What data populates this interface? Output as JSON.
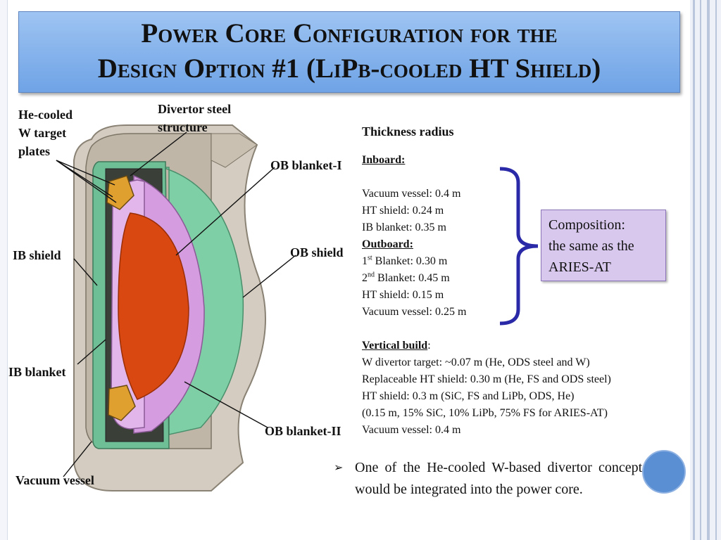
{
  "slide": {
    "title_line1": "Power Core Configuration for the",
    "title_line2": "Design Option #1 (LiPb-cooled HT Shield)"
  },
  "diagram_labels": {
    "he_cooled_1": "He-cooled",
    "he_cooled_2": "W target",
    "he_cooled_3": "plates",
    "divertor_1": "Divertor steel",
    "divertor_2": "structure",
    "ob_blanket_1": "OB blanket-I",
    "ib_shield": "IB shield",
    "ob_shield": "OB shield",
    "ib_blanket": "IB blanket",
    "ob_blanket_2": "OB blanket-II",
    "vacuum_vessel": "Vacuum vessel"
  },
  "specs": {
    "heading": "Thickness radius",
    "inboard_heading": "Inboard:",
    "inboard": [
      "Vacuum vessel: 0.4 m",
      "HT shield: 0.24 m",
      "IB blanket: 0.35 m"
    ],
    "outboard_heading": "Outboard:",
    "ob1_sup": "st",
    "ob1_num": "1",
    "ob1_rest": " Blanket: 0.30 m",
    "ob2_num": "2",
    "ob2_sup": "nd",
    "ob2_rest": " Blanket: 0.45 m",
    "outboard_rest": [
      "HT shield: 0.15 m",
      "Vacuum vessel: 0.25 m"
    ],
    "vertical_heading": "Vertical build",
    "vertical_colon": ":",
    "vertical": [
      "W divertor target: ~0.07 m (He, ODS steel and W)",
      "Replaceable HT shield: 0.30 m (He, FS and ODS  steel)",
      "HT shield: 0.3 m (SiC, FS and LiPb, ODS, He)",
      "(0.15 m, 15% SiC, 10% LiPb, 75% FS for ARIES-AT)",
      "Vacuum vessel: 0.4 m"
    ]
  },
  "composition_note": {
    "line1": "Composition:",
    "line2": "the same as the",
    "line3": "ARIES-AT"
  },
  "bullet": {
    "mark": "➢",
    "text": "One of the He-cooled W-based divertor concepts would be integrated into the power core."
  },
  "colors": {
    "title_bg": "#7fb0ea",
    "plasma": "#d84810",
    "blanket": "#d69ce0",
    "shield": "#7fcfa6",
    "vessel": "#cfc7bb",
    "brace": "#2a2aa8",
    "note_bg": "#d8c8ee"
  }
}
